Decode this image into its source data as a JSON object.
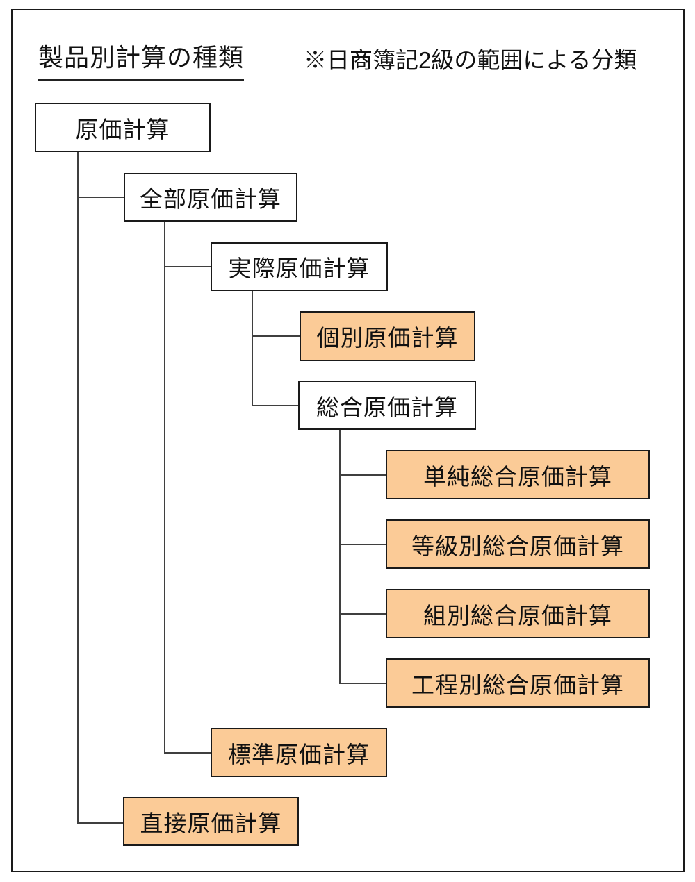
{
  "page": {
    "title": "製品別計算の種類",
    "note": "※日商簿記2級の範囲による分類"
  },
  "colors": {
    "highlight_fill": "#FBCB97",
    "plain_fill": "#FFFFFF",
    "box_border": "#1A1A1A",
    "connector": "#3F3F3F",
    "background": "#FFFFFF",
    "text": "#111111"
  },
  "nodes": [
    {
      "label": "原価計算",
      "highlighted": false
    },
    {
      "label": "全部原価計算",
      "highlighted": false
    },
    {
      "label": "実際原価計算",
      "highlighted": false
    },
    {
      "label": "個別原価計算",
      "highlighted": true
    },
    {
      "label": "総合原価計算",
      "highlighted": false
    },
    {
      "label": "単純総合原価計算",
      "highlighted": true
    },
    {
      "label": "等級別総合原価計算",
      "highlighted": true
    },
    {
      "label": "組別総合原価計算",
      "highlighted": true
    },
    {
      "label": "工程別総合原価計算",
      "highlighted": true
    },
    {
      "label": "標準原価計算",
      "highlighted": true
    },
    {
      "label": "直接原価計算",
      "highlighted": true
    }
  ],
  "hierarchy": {
    "label": "原価計算",
    "children": [
      {
        "label": "全部原価計算",
        "children": [
          {
            "label": "実際原価計算",
            "children": [
              {
                "label": "個別原価計算",
                "highlighted": true
              },
              {
                "label": "総合原価計算",
                "children": [
                  {
                    "label": "単純総合原価計算",
                    "highlighted": true
                  },
                  {
                    "label": "等級別総合原価計算",
                    "highlighted": true
                  },
                  {
                    "label": "組別総合原価計算",
                    "highlighted": true
                  },
                  {
                    "label": "工程別総合原価計算",
                    "highlighted": true
                  }
                ]
              }
            ]
          },
          {
            "label": "標準原価計算",
            "highlighted": true
          }
        ]
      },
      {
        "label": "直接原価計算",
        "highlighted": true
      }
    ]
  }
}
